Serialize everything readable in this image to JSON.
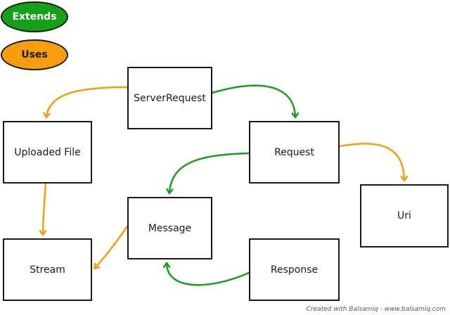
{
  "legend": {
    "extends_label": "Extends",
    "uses_label": "Uses",
    "extends_color": "#16a019",
    "uses_color": "#f59c0f"
  },
  "nodes": {
    "server_request": "ServerRequest",
    "uploaded_file": "Uploaded File",
    "request": "Request",
    "uri": "Uri",
    "message": "Message",
    "stream": "Stream",
    "response": "Response"
  },
  "edges": [
    {
      "from": "ServerRequest",
      "to": "Request",
      "relation": "Extends"
    },
    {
      "from": "ServerRequest",
      "to": "Uploaded File",
      "relation": "Uses"
    },
    {
      "from": "Request",
      "to": "Message",
      "relation": "Extends"
    },
    {
      "from": "Request",
      "to": "Uri",
      "relation": "Uses"
    },
    {
      "from": "Uploaded File",
      "to": "Stream",
      "relation": "Uses"
    },
    {
      "from": "Message",
      "to": "Stream",
      "relation": "Uses"
    },
    {
      "from": "Response",
      "to": "Message",
      "relation": "Extends"
    }
  ],
  "footer": {
    "credit": "Created with Balsamiq - www.balsamiq.com"
  }
}
